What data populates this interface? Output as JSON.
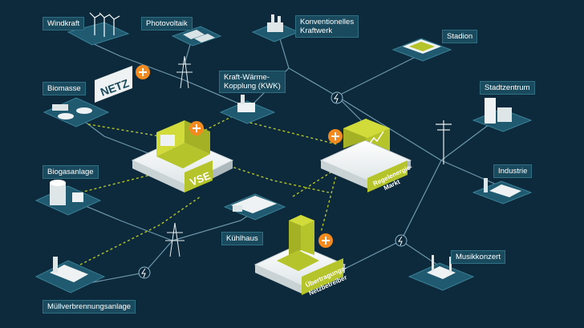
{
  "labels": {
    "windkraft": "Windkraft",
    "photovoltaik": "Photovoltaik",
    "konventionell_1": "Konventionelles",
    "konventionell_2": "Kraftwerk",
    "stadion": "Stadion",
    "biomasse": "Biomasse",
    "kwk_1": "Kraft-Wärme-",
    "kwk_2": "Kopplung (KWK)",
    "stadtzentrum": "Stadtzentrum",
    "biogasanlage": "Biogasanlage",
    "industrie": "Industrie",
    "kuehlhaus": "Kühlhaus",
    "musikkonzert": "Musikkonzert",
    "muellverbrennung": "Müllverbrennungsanlage"
  },
  "tiles": {
    "netz": "NETZ",
    "vse": "VSE",
    "regel_1": "Regelenergie-",
    "regel_2": "Markt",
    "uebertragung_1": "Übertragungs-",
    "uebertragung_2": "Netzbetreiber"
  },
  "colors": {
    "background": "#0c2a3b",
    "line": "#8fb6c8",
    "accent_green": "#b5c42a",
    "accent_orange": "#f28a1f",
    "label_bg": "#1a4a5d",
    "tile_white": "#eef2f3"
  },
  "icons": {
    "plus": "plus-icon",
    "lightning": "lightning-icon"
  }
}
